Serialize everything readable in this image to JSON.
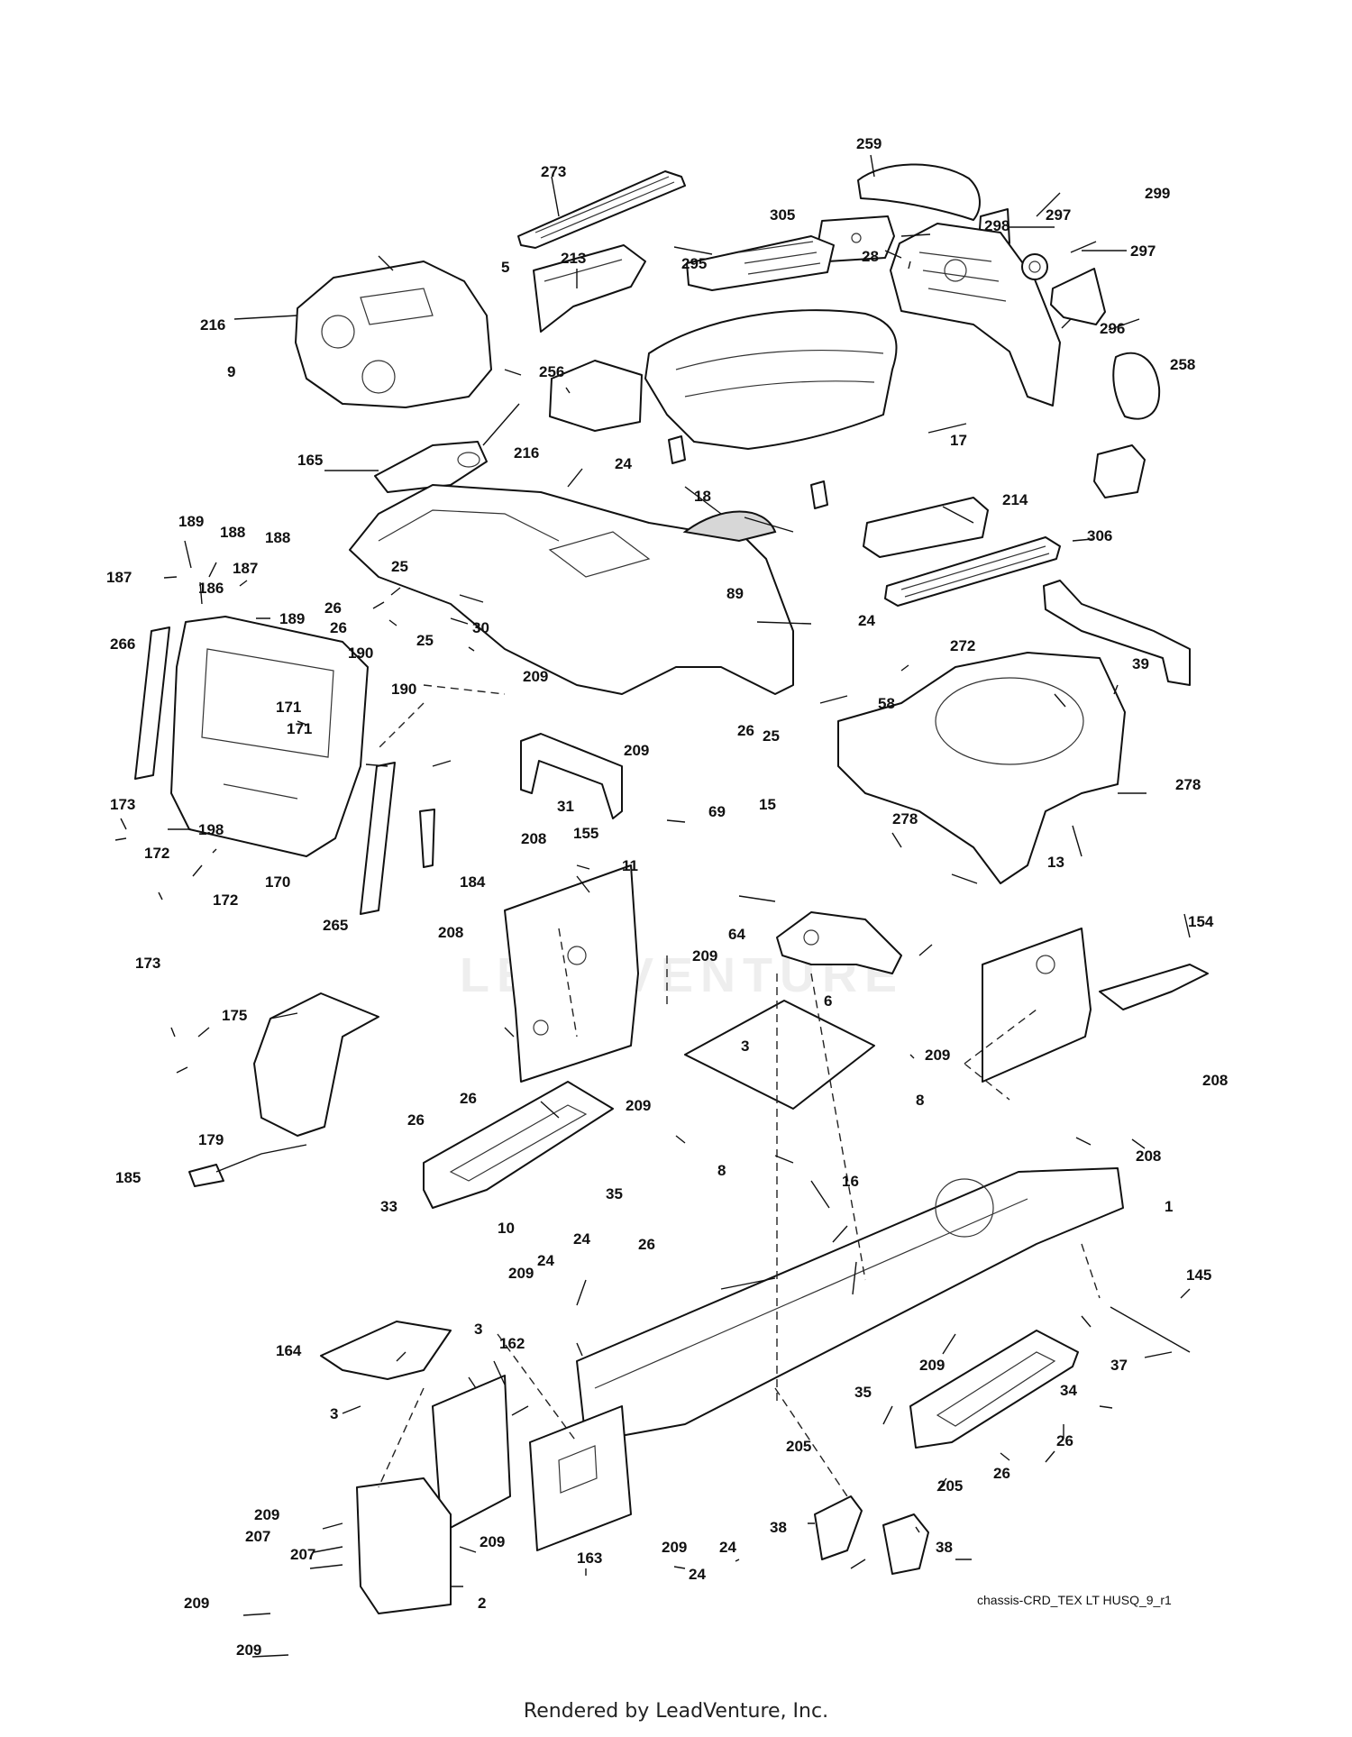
{
  "diagram": {
    "reference_code": "chassis-CRD_TEX LT HUSQ_9_r1",
    "watermark_text": "LEADVENTURE",
    "callouts": [
      {
        "id": "c-273",
        "label": "273"
      },
      {
        "id": "c-259",
        "label": "259"
      },
      {
        "id": "c-299",
        "label": "299"
      },
      {
        "id": "c-305",
        "label": "305"
      },
      {
        "id": "c-297a",
        "label": "297"
      },
      {
        "id": "c-298",
        "label": "298"
      },
      {
        "id": "c-213",
        "label": "213"
      },
      {
        "id": "c-295",
        "label": "295"
      },
      {
        "id": "c-28",
        "label": "28"
      },
      {
        "id": "c-297b",
        "label": "297"
      },
      {
        "id": "c-5",
        "label": "5"
      },
      {
        "id": "c-296",
        "label": "296"
      },
      {
        "id": "c-216a",
        "label": "216"
      },
      {
        "id": "c-9",
        "label": "9"
      },
      {
        "id": "c-256",
        "label": "256"
      },
      {
        "id": "c-258",
        "label": "258"
      },
      {
        "id": "c-216b",
        "label": "216"
      },
      {
        "id": "c-17",
        "label": "17"
      },
      {
        "id": "c-165",
        "label": "165"
      },
      {
        "id": "c-24a",
        "label": "24"
      },
      {
        "id": "c-18",
        "label": "18"
      },
      {
        "id": "c-214",
        "label": "214"
      },
      {
        "id": "c-306",
        "label": "306"
      },
      {
        "id": "c-189a",
        "label": "189"
      },
      {
        "id": "c-188a",
        "label": "188"
      },
      {
        "id": "c-188b",
        "label": "188"
      },
      {
        "id": "c-187a",
        "label": "187"
      },
      {
        "id": "c-187b",
        "label": "187"
      },
      {
        "id": "c-186",
        "label": "186"
      },
      {
        "id": "c-189b",
        "label": "189"
      },
      {
        "id": "c-25a",
        "label": "25"
      },
      {
        "id": "c-26a",
        "label": "26"
      },
      {
        "id": "c-26b",
        "label": "26"
      },
      {
        "id": "c-25b",
        "label": "25"
      },
      {
        "id": "c-30",
        "label": "30"
      },
      {
        "id": "c-89",
        "label": "89"
      },
      {
        "id": "c-24b",
        "label": "24"
      },
      {
        "id": "c-272",
        "label": "272"
      },
      {
        "id": "c-266",
        "label": "266"
      },
      {
        "id": "c-190a",
        "label": "190"
      },
      {
        "id": "c-190b",
        "label": "190"
      },
      {
        "id": "c-209a",
        "label": "209"
      },
      {
        "id": "c-39",
        "label": "39"
      },
      {
        "id": "c-171a",
        "label": "171"
      },
      {
        "id": "c-171b",
        "label": "171"
      },
      {
        "id": "c-26c",
        "label": "26"
      },
      {
        "id": "c-25c",
        "label": "25"
      },
      {
        "id": "c-58",
        "label": "58"
      },
      {
        "id": "c-278a",
        "label": "278"
      },
      {
        "id": "c-209b",
        "label": "209"
      },
      {
        "id": "c-31",
        "label": "31"
      },
      {
        "id": "c-69",
        "label": "69"
      },
      {
        "id": "c-15",
        "label": "15"
      },
      {
        "id": "c-278b",
        "label": "278"
      },
      {
        "id": "c-173a",
        "label": "173"
      },
      {
        "id": "c-198",
        "label": "198"
      },
      {
        "id": "c-172a",
        "label": "172"
      },
      {
        "id": "c-208a",
        "label": "208"
      },
      {
        "id": "c-155",
        "label": "155"
      },
      {
        "id": "c-11",
        "label": "11"
      },
      {
        "id": "c-184",
        "label": "184"
      },
      {
        "id": "c-170",
        "label": "170"
      },
      {
        "id": "c-172b",
        "label": "172"
      },
      {
        "id": "c-265",
        "label": "265"
      },
      {
        "id": "c-64",
        "label": "64"
      },
      {
        "id": "c-13",
        "label": "13"
      },
      {
        "id": "c-154",
        "label": "154"
      },
      {
        "id": "c-173b",
        "label": "173"
      },
      {
        "id": "c-208b",
        "label": "208"
      },
      {
        "id": "c-209c",
        "label": "209"
      },
      {
        "id": "c-6",
        "label": "6"
      },
      {
        "id": "c-175",
        "label": "175"
      },
      {
        "id": "c-3a",
        "label": "3"
      },
      {
        "id": "c-209d",
        "label": "209"
      },
      {
        "id": "c-208c",
        "label": "208"
      },
      {
        "id": "c-26d",
        "label": "26"
      },
      {
        "id": "c-209e",
        "label": "209"
      },
      {
        "id": "c-8a",
        "label": "8"
      },
      {
        "id": "c-179",
        "label": "179"
      },
      {
        "id": "c-26e",
        "label": "26"
      },
      {
        "id": "c-208d",
        "label": "208"
      },
      {
        "id": "c-8b",
        "label": "8"
      },
      {
        "id": "c-185",
        "label": "185"
      },
      {
        "id": "c-16",
        "label": "16"
      },
      {
        "id": "c-35a",
        "label": "35"
      },
      {
        "id": "c-33",
        "label": "33"
      },
      {
        "id": "c-1",
        "label": "1"
      },
      {
        "id": "c-10",
        "label": "10"
      },
      {
        "id": "c-24c",
        "label": "24"
      },
      {
        "id": "c-26f",
        "label": "26"
      },
      {
        "id": "c-209f",
        "label": "209"
      },
      {
        "id": "c-24d",
        "label": "24"
      },
      {
        "id": "c-145",
        "label": "145"
      },
      {
        "id": "c-3b",
        "label": "3"
      },
      {
        "id": "c-162",
        "label": "162"
      },
      {
        "id": "c-164",
        "label": "164"
      },
      {
        "id": "c-209g",
        "label": "209"
      },
      {
        "id": "c-37",
        "label": "37"
      },
      {
        "id": "c-34",
        "label": "34"
      },
      {
        "id": "c-35b",
        "label": "35"
      },
      {
        "id": "c-3c",
        "label": "3"
      },
      {
        "id": "c-26g",
        "label": "26"
      },
      {
        "id": "c-205a",
        "label": "205"
      },
      {
        "id": "c-26h",
        "label": "26"
      },
      {
        "id": "c-205b",
        "label": "205"
      },
      {
        "id": "c-209h",
        "label": "209"
      },
      {
        "id": "c-207a",
        "label": "207"
      },
      {
        "id": "c-209i",
        "label": "209"
      },
      {
        "id": "c-207b",
        "label": "207"
      },
      {
        "id": "c-38a",
        "label": "38"
      },
      {
        "id": "c-38b",
        "label": "38"
      },
      {
        "id": "c-163",
        "label": "163"
      },
      {
        "id": "c-209j",
        "label": "209"
      },
      {
        "id": "c-24e",
        "label": "24"
      },
      {
        "id": "c-24f",
        "label": "24"
      },
      {
        "id": "c-209k",
        "label": "209"
      },
      {
        "id": "c-2",
        "label": "2"
      },
      {
        "id": "c-209l",
        "label": "209"
      }
    ]
  },
  "footer": {
    "rendered_by": "Rendered by LeadVenture, Inc."
  }
}
